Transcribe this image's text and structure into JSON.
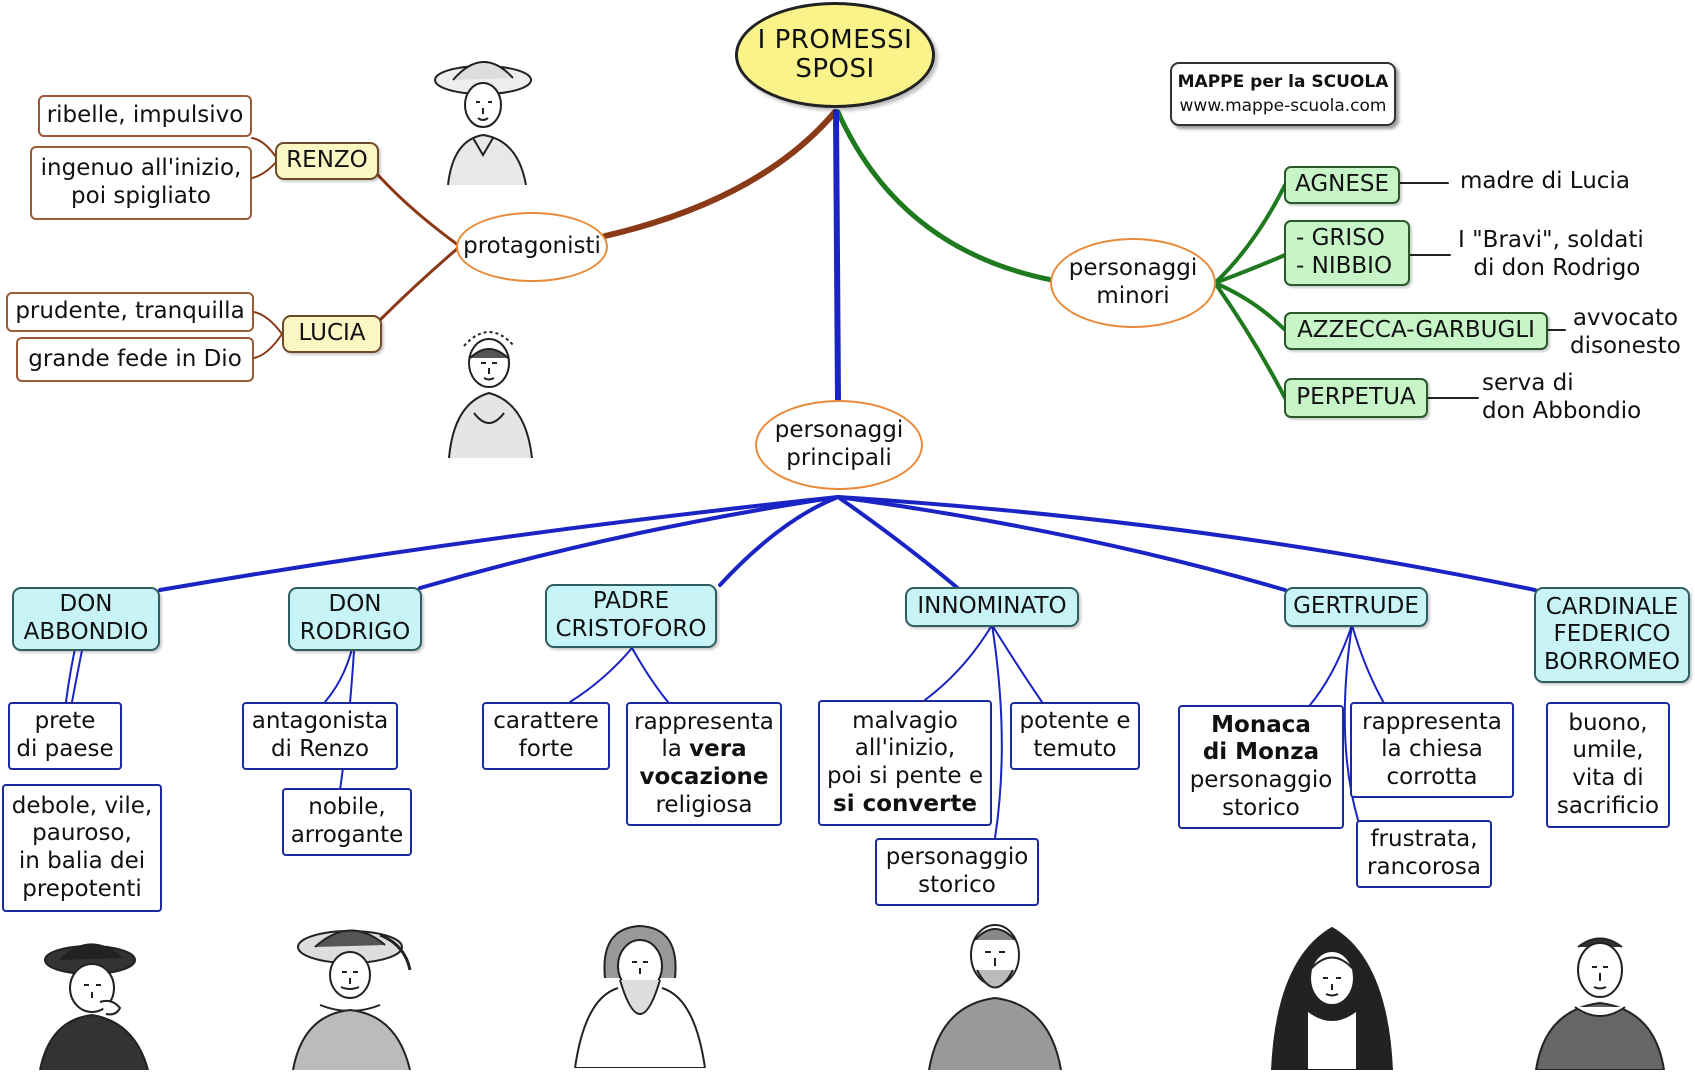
{
  "root": {
    "line1": "I PROMESSI",
    "line2": "SPOSI"
  },
  "brand": {
    "title": "MAPPE per la SCUOLA",
    "url": "www.mappe-scuola.com"
  },
  "protagonisti": {
    "label": "protagonisti",
    "renzo": {
      "name": "RENZO",
      "trait1": "ribelle, impulsivo",
      "trait2_l1": "ingenuo all'inizio,",
      "trait2_l2": "poi spigliato"
    },
    "lucia": {
      "name": "LUCIA",
      "trait1": "prudente, tranquilla",
      "trait2": "grande fede in Dio"
    }
  },
  "minori": {
    "label_l1": "personaggi",
    "label_l2": "minori",
    "agnese": {
      "name": "AGNESE",
      "desc": "madre di Lucia"
    },
    "griso": {
      "name_l1": "- GRISO",
      "name_l2": "- NIBBIO",
      "desc_l1": "I \"Bravi\", soldati",
      "desc_l2": "di don Rodrigo"
    },
    "azzecca": {
      "name": "AZZECCA-GARBUGLI",
      "desc_l1": "avvocato",
      "desc_l2": "disonesto"
    },
    "perpetua": {
      "name": "PERPETUA",
      "desc_l1": "serva di",
      "desc_l2": "don Abbondio"
    }
  },
  "principali": {
    "label_l1": "personaggi",
    "label_l2": "principali",
    "abbondio": {
      "name_l1": "DON",
      "name_l2": "ABBONDIO",
      "t1_l1": "prete",
      "t1_l2": "di paese",
      "t2_l1": "debole, vile,",
      "t2_l2": "pauroso,",
      "t2_l3": "in balia dei",
      "t2_l4": "prepotenti"
    },
    "rodrigo": {
      "name_l1": "DON",
      "name_l2": "RODRIGO",
      "t1_l1": "antagonista",
      "t1_l2": "di Renzo",
      "t2_l1": "nobile,",
      "t2_l2": "arrogante"
    },
    "cristoforo": {
      "name_l1": "PADRE",
      "name_l2": "CRISTOFORO",
      "t1_l1": "carattere",
      "t1_l2": "forte",
      "t2_l1": "rappresenta",
      "t2_l2a": "la ",
      "t2_l2b": "vera",
      "t2_l3": "vocazione",
      "t2_l4": "religiosa"
    },
    "innominato": {
      "name": "INNOMINATO",
      "t1_l1": "malvagio",
      "t1_l2": "all'inizio,",
      "t1_l3": "poi si pente e",
      "t1_l4": "si converte",
      "t2_l1": "potente e",
      "t2_l2": "temuto",
      "t3_l1": "personaggio",
      "t3_l2": "storico"
    },
    "gertrude": {
      "name": "GERTRUDE",
      "t1_l1": "Monaca",
      "t1_l2": "di Monza",
      "t1_l3": "personaggio",
      "t1_l4": "storico",
      "t2_l1": "rappresenta",
      "t2_l2": "la chiesa",
      "t2_l3": "corrotta",
      "t3_l1": "frustrata,",
      "t3_l2": "rancorosa"
    },
    "borromeo": {
      "name_l1": "CARDINALE",
      "name_l2": "FEDERICO",
      "name_l3": "BORROMEO",
      "t1_l1": "buono,",
      "t1_l2": "umile,",
      "t1_l3": "vita di",
      "t1_l4": "sacrificio"
    }
  },
  "colors": {
    "brown": "#8a3a16",
    "green": "#1f7a1f",
    "blue": "#1a23c4",
    "root": "#faf38a"
  },
  "icons": [
    "portrait-renzo",
    "portrait-lucia",
    "portrait-don-abbondio",
    "portrait-don-rodrigo",
    "portrait-padre-cristoforo",
    "portrait-innominato",
    "portrait-gertrude",
    "portrait-borromeo"
  ]
}
